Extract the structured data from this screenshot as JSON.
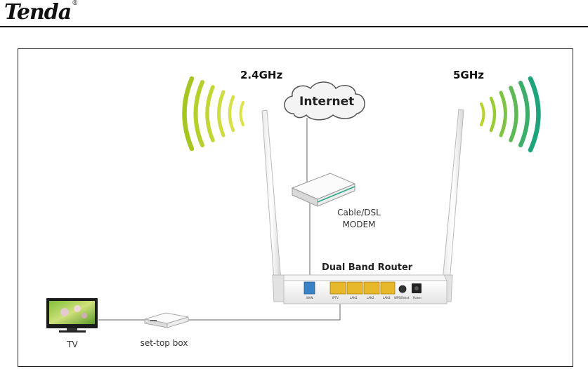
{
  "header": {
    "brand": "Tenda",
    "trademark": "®"
  },
  "bands": {
    "left": "2.4GHz",
    "right": "5GHz"
  },
  "internet": {
    "label": "Internet"
  },
  "modem": {
    "line1": "Cable/DSL",
    "line2": "MODEM"
  },
  "router": {
    "title": "Dual Band Router",
    "ports": [
      "WAN",
      "IPTV",
      "LAN1",
      "LAN2",
      "LAN3",
      "WPS/Reset",
      "Power"
    ]
  },
  "devices": {
    "tv": "TV",
    "stb": "set-top box"
  },
  "colors": {
    "wave_left": [
      "#a6c520",
      "#b6cf2a",
      "#c4d636",
      "#cfdc3f",
      "#d7e044",
      "#dde349"
    ],
    "wave_right": [
      "#b8d32a",
      "#99cc33",
      "#7fc343",
      "#5db855",
      "#3cae68",
      "#1fa37c"
    ],
    "wan_port": "#3a82c6",
    "lan_port": "#e7b92a"
  }
}
